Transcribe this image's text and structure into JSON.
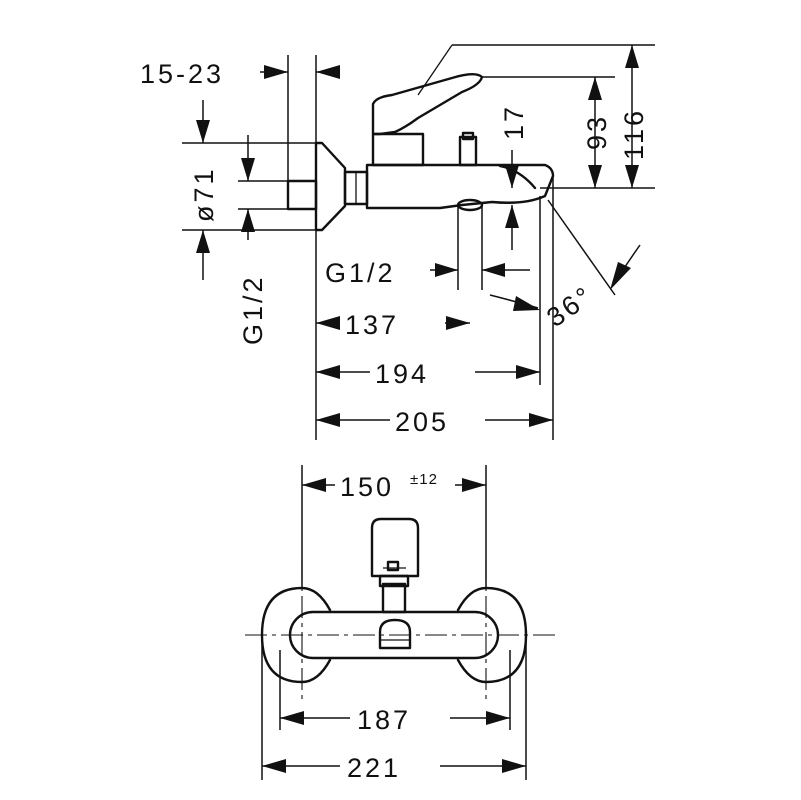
{
  "dimensions": {
    "d_15_23": "15-23",
    "d_71": "ø71",
    "d_g12_side": "G1/2",
    "d_17": "17",
    "d_93": "93",
    "d_116": "116",
    "d_g12_spout": "G1/2",
    "d_36deg": "36°",
    "d_137": "137",
    "d_194": "194",
    "d_205": "205",
    "d_150": "150",
    "d_150_tol": "±12",
    "d_187": "187",
    "d_221": "221"
  }
}
